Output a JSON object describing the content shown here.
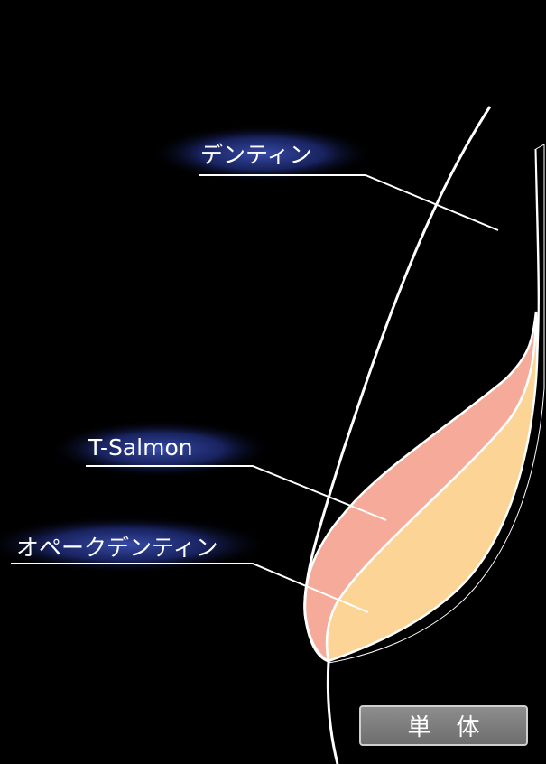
{
  "labels": {
    "dentin": "デンティン",
    "t_salmon": "T-Salmon",
    "opaque_dentin": "オペークデンティン"
  },
  "badge": "単体",
  "colors": {
    "background": "#000000",
    "line": "#ffffff",
    "salmon_layer": "#f5aa9a",
    "opaque_dentin_layer": "#fcd596",
    "label_glow": "#2a3a8c",
    "badge_fill": "#7a7a7a"
  }
}
